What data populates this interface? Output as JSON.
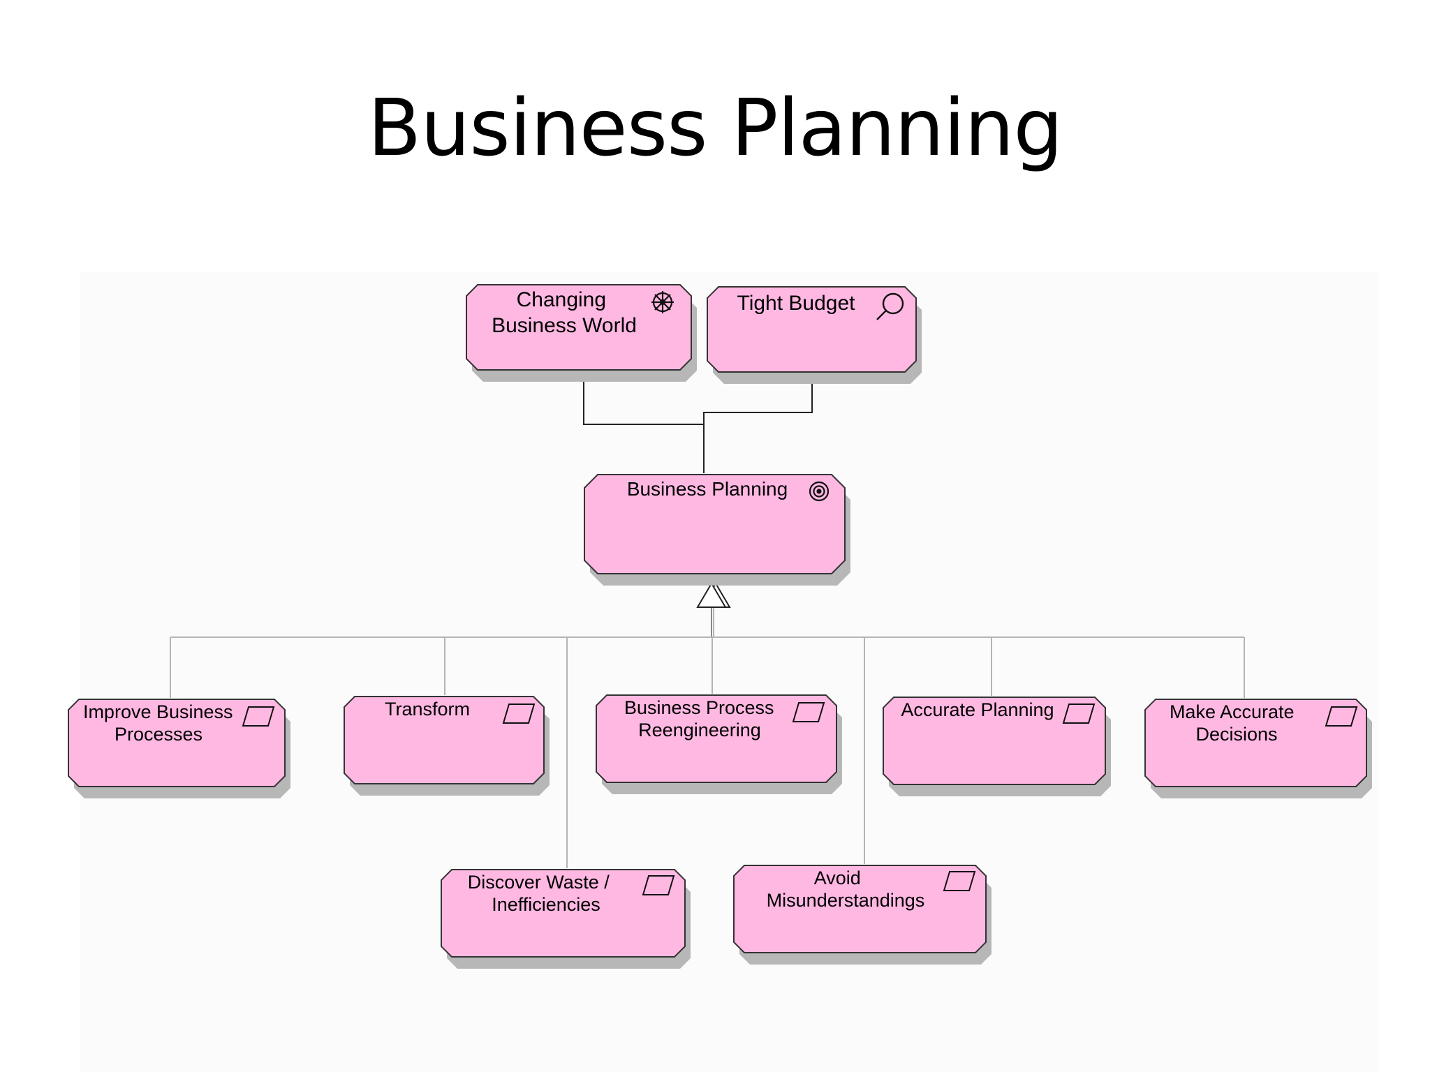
{
  "title": "Business Planning",
  "colors": {
    "node_fill": "#ffb8e2",
    "node_stroke": "#333333",
    "shadow": "#b7b7b7",
    "connector": "#b4b4b4",
    "connector_dark": "#222222"
  },
  "nodes": {
    "changing_business_world": {
      "lines": [
        "Changing",
        "Business World"
      ],
      "icon": "driver-icon"
    },
    "tight_budget": {
      "lines": [
        "Tight Budget"
      ],
      "icon": "assessment-icon"
    },
    "business_planning": {
      "lines": [
        "Business Planning"
      ],
      "icon": "goal-icon"
    },
    "improve_business_processes": {
      "lines": [
        "Improve Business",
        "Processes"
      ],
      "icon": "requirement-icon"
    },
    "transform": {
      "lines": [
        "Transform"
      ],
      "icon": "requirement-icon"
    },
    "business_process_reengineering": {
      "lines": [
        "Business Process",
        "Reengineering"
      ],
      "icon": "requirement-icon"
    },
    "accurate_planning": {
      "lines": [
        "Accurate Planning"
      ],
      "icon": "requirement-icon"
    },
    "make_accurate_decisions": {
      "lines": [
        "Make Accurate",
        "Decisions"
      ],
      "icon": "requirement-icon"
    },
    "discover_waste": {
      "lines": [
        "Discover Waste /",
        "Inefficiencies"
      ],
      "icon": "requirement-icon"
    },
    "avoid_misunderstandings": {
      "lines": [
        "Avoid",
        "Misunderstandings"
      ],
      "icon": "requirement-icon"
    }
  }
}
